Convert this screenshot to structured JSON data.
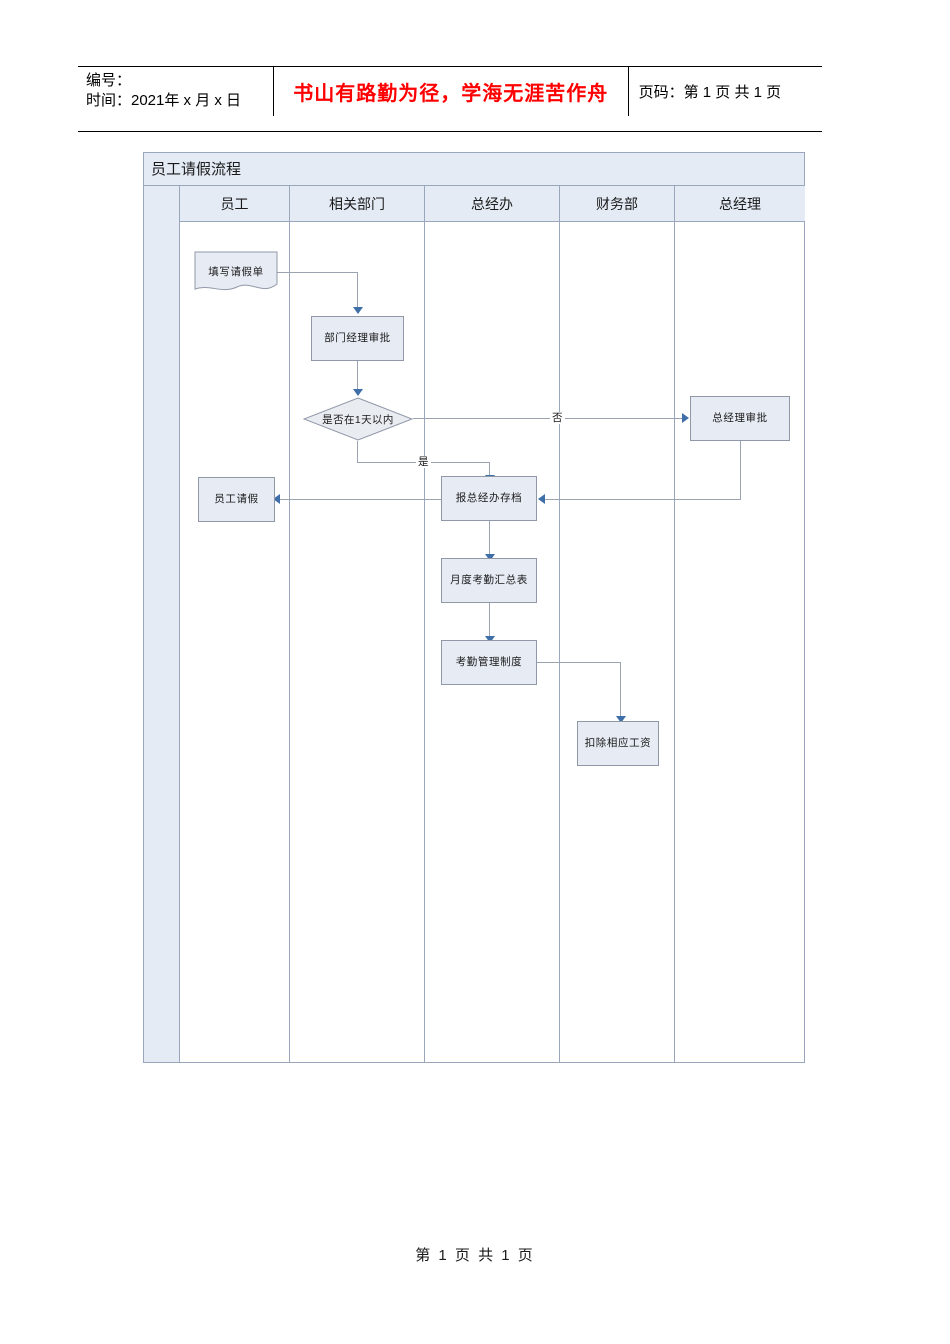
{
  "header": {
    "left_lines": [
      "编号：",
      "时间：2021年 x 月 x 日"
    ],
    "motto": "书山有路勤为径，学海无涯苦作舟",
    "page_info": "页码：第 1 页  共 1 页",
    "motto_color": "#ff0000"
  },
  "flowchart": {
    "title": "员工请假流程",
    "lanes": [
      {
        "label": "员工"
      },
      {
        "label": "相关部门"
      },
      {
        "label": "总经办"
      },
      {
        "label": "财务部"
      },
      {
        "label": "总经理"
      }
    ],
    "nodes": [
      {
        "id": "n1",
        "label": "填写请假单",
        "shape": "document",
        "lane": "员工"
      },
      {
        "id": "n2",
        "label": "部门经理审批",
        "shape": "process",
        "lane": "相关部门"
      },
      {
        "id": "n3",
        "label": "是否在1天以内",
        "shape": "decision",
        "lane": "相关部门"
      },
      {
        "id": "n4",
        "label": "总经理审批",
        "shape": "process",
        "lane": "总经理"
      },
      {
        "id": "n5",
        "label": "员工请假",
        "shape": "process",
        "lane": "员工"
      },
      {
        "id": "n6",
        "label": "报总经办存档",
        "shape": "process",
        "lane": "总经办"
      },
      {
        "id": "n7",
        "label": "月度考勤汇总表",
        "shape": "process",
        "lane": "总经办"
      },
      {
        "id": "n8",
        "label": "考勤管理制度",
        "shape": "process",
        "lane": "总经办"
      },
      {
        "id": "n9",
        "label": "扣除相应工资",
        "shape": "process",
        "lane": "财务部"
      }
    ],
    "edge_labels": {
      "no_branch": "否",
      "yes_branch": "是"
    },
    "colors": {
      "node_fill": "#e6ebf4",
      "node_border": "#9098a8",
      "lane_header_fill": "#e4ebf5",
      "lane_border": "#9aa6bb",
      "arrow": "#3f6fa8",
      "connector": "#9aa3b0"
    }
  },
  "footer": {
    "text": "第 1 页 共 1 页"
  }
}
